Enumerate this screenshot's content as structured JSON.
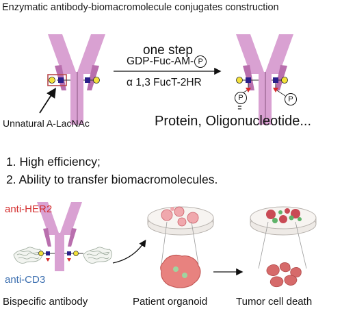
{
  "header": {
    "title": "Enzymatic antibody-biomacromolecule conjugates construction"
  },
  "reaction": {
    "step_label": "one step",
    "donor_prefix": "GDP-Fuc-AM-",
    "phosphate_symbol": "P",
    "enzyme": "α 1,3 FucT-2HR",
    "equals": "=",
    "substrate_label": "Unnatural A-LacNAc",
    "product_payload": "Protein, Oligonucleotide..."
  },
  "advantages": [
    "1. High efficiency;",
    "2. Ability to transfer biomacromolecules."
  ],
  "application": {
    "target1": "anti-HER2",
    "target2": "anti-CD3",
    "captions": [
      "Bispecific antibody",
      "Patient organoid",
      "Tumor cell death"
    ]
  },
  "colors": {
    "antibody": "#d9a1d2",
    "antibody_dark": "#a85e9b",
    "glcnac_square": "#2b1f8a",
    "galactose_circle": "#f3e13a",
    "fucose_triangle": "#d62828",
    "highlight_box": "#b8474a",
    "organoid": "#e07a7a",
    "dish": "#ece7e3"
  }
}
